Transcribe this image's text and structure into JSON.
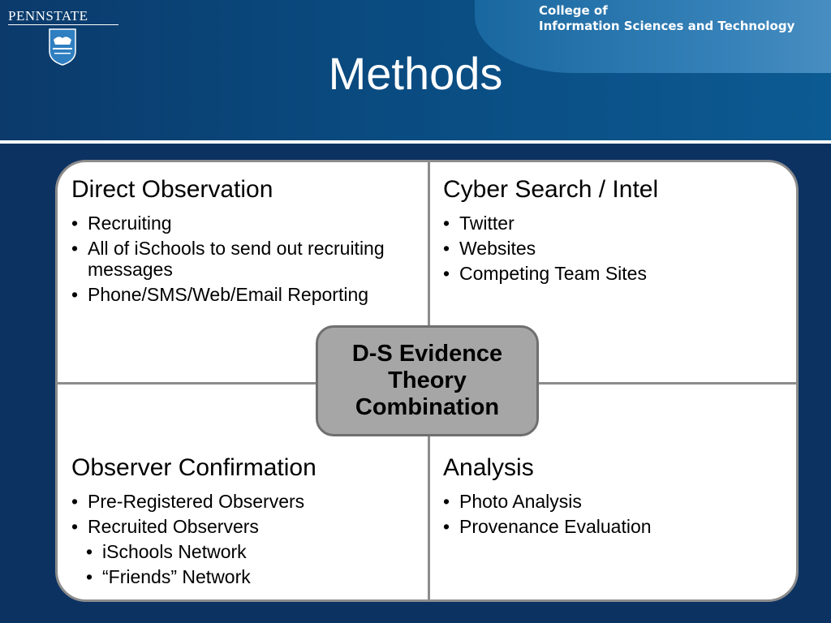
{
  "header": {
    "logo_text": "PENNSTATE",
    "college_line1": "College of",
    "college_line2": "Information Sciences and Technology",
    "title": "Methods",
    "brand_colors": {
      "header_blue": "#0a4b80",
      "body_blue": "#0c3262",
      "divider_gray": "#8c8c8c",
      "center_gray": "#a6a6a6"
    }
  },
  "quadrants": {
    "top_left": {
      "heading": "Direct Observation",
      "items": [
        "Recruiting",
        "All of iSchools to send out recruiting messages",
        "Phone/SMS/Web/Email Reporting"
      ]
    },
    "top_right": {
      "heading": "Cyber Search / Intel",
      "items": [
        "Twitter",
        "Websites",
        "Competing Team Sites"
      ]
    },
    "bottom_left": {
      "heading": "Observer Confirmation",
      "items": [
        "Pre-Registered Observers",
        "Recruited Observers"
      ],
      "subitems": [
        "iSchools Network",
        "“Friends” Network"
      ]
    },
    "bottom_right": {
      "heading": "Analysis",
      "items": [
        "Photo Analysis",
        "Provenance Evaluation"
      ]
    }
  },
  "center": {
    "label": "D-S Evidence Theory Combination"
  },
  "icons": {
    "logo": "penn-state-shield-icon"
  }
}
